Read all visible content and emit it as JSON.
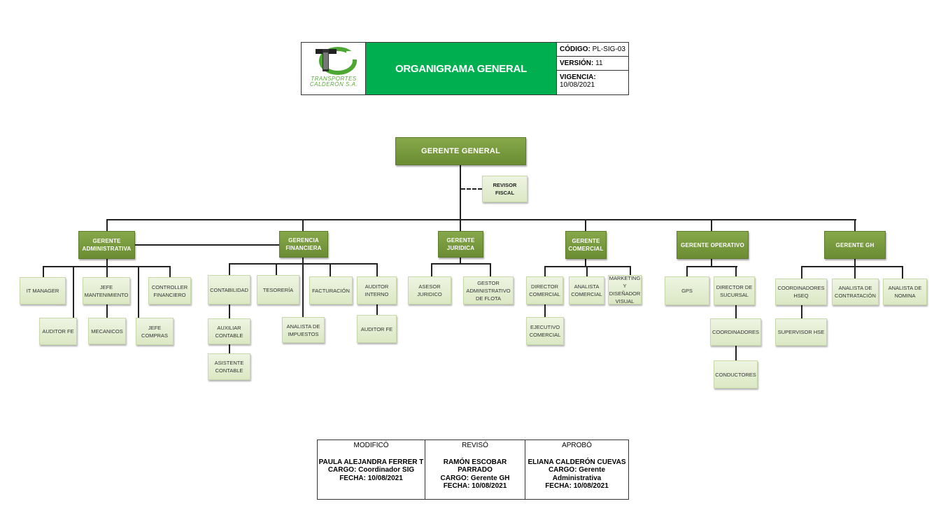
{
  "header": {
    "logo_text_line1": "TRANSPORTES",
    "logo_text_line2": "CALDERÓN S.A.",
    "title": "ORGANIGRAMA GENERAL",
    "codigo_label": "CÓDIGO:",
    "codigo_value": "PL-SIG-03",
    "version_label": "VERSIÓN:",
    "version_value": "11",
    "vigencia_label": "VIGENCIA:",
    "vigencia_value": "10/08/2021"
  },
  "colors": {
    "title_green": "#00b050",
    "manager_green": "#76923c",
    "sub_green": "#ebf1de"
  },
  "org": {
    "ceo": "GERENTE GENERAL",
    "advisor": "REVISOR FISCAL",
    "admin": {
      "title": "GERENTE ADMINISTRATIVA",
      "it": "IT MANAGER",
      "jefe_mant": "JEFE MANTENIMIENTO",
      "controller": "CONTROLLER FINANCIERO",
      "auditor_fe": "AUDITOR FE",
      "mecanicos": "MECANICOS",
      "jefe_compras": "JEFE COMPRAS"
    },
    "fin": {
      "title": "GERENCIA FINANCIERA",
      "contabilidad": "CONTABILIDAD",
      "tesoreria": "TESORERÍA",
      "facturacion": "FACTURACIÓN",
      "auditor_interno": "AUDITOR INTERNO",
      "auxiliar": "AUXILIAR CONTABLE",
      "asistente": "ASISTENTE CONTABLE",
      "impuestos": "ANALISTA DE IMPUESTOS",
      "auditor_fe": "AUDITOR FE"
    },
    "jur": {
      "title": "GERENTE JURIDICA",
      "asesor": "ASESOR JURIDICO",
      "gestor": "GESTOR ADMINISTRATIVO DE FLOTA"
    },
    "com": {
      "title": "GERENTE COMERCIAL",
      "director": "DIRECTOR COMERCIAL",
      "analista": "ANALISTA COMERCIAL",
      "marketing": "MARKETING Y DISEÑADOR VISUAL",
      "ejecutivo": "EJECUTIVO COMERCIAL"
    },
    "op": {
      "title": "GERENTE OPERATIVO",
      "gps": "GPS",
      "director": "DIRECTOR DE SUCURSAL",
      "coordinadores": "COORDINADORES",
      "conductores": "CONDUCTORES"
    },
    "gh": {
      "title": "GERENTE GH",
      "hseq": "COORDINADORES HSEQ",
      "contratacion": "ANALISTA DE CONTRATACIÓN",
      "nomina": "ANALISTA DE NOMINA",
      "supervisor": "SUPERVISOR HSE"
    }
  },
  "footer": {
    "modifico": {
      "head": "MODIFICÓ",
      "name": "PAULA ALEJANDRA FERRER T",
      "cargo": "CARGO: Coordinador SIG",
      "fecha": "FECHA: 10/08/2021"
    },
    "reviso": {
      "head": "REVISÓ",
      "name": "RAMÓN ESCOBAR PARRADO",
      "cargo": "CARGO: Gerente GH",
      "fecha": "FECHA: 10/08/2021"
    },
    "aprobo": {
      "head": "APROBÓ",
      "name": "ELIANA CALDERÓN CUEVAS",
      "cargo": "CARGO: Gerente Administrativa",
      "fecha": "FECHA: 10/08/2021"
    }
  }
}
